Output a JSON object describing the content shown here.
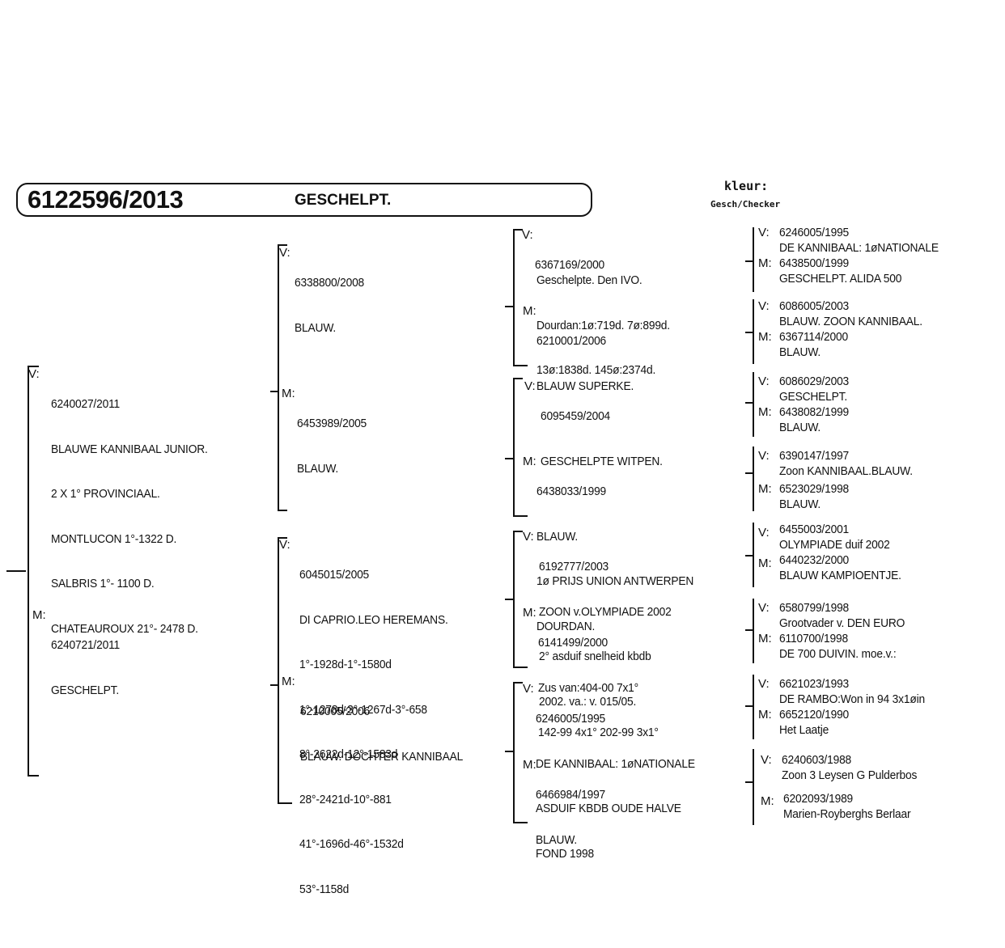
{
  "header": {
    "ring": "6122596/2013",
    "color": "GESCHELPT.",
    "kleur_label": "kleur:",
    "kleur_value": "Gesch/Checker"
  },
  "labels": {
    "v": "V:",
    "m": "M:"
  },
  "gen1": {
    "father": {
      "ring": "6240027/2011",
      "lines": [
        "BLAUWE KANNIBAAL JUNIOR.",
        "2 X 1° PROVINCIAAL.",
        "MONTLUCON 1°-1322 D.",
        "SALBRIS 1°- 1100 D.",
        "CHATEAUROUX 21°- 2478 D."
      ]
    },
    "mother": {
      "ring": "6240721/2011",
      "lines": [
        "GESCHELPT."
      ]
    }
  },
  "gen2": {
    "ff": {
      "ring": "6338800/2008",
      "lines": [
        "BLAUW."
      ]
    },
    "fm": {
      "ring": "6453989/2005",
      "lines": [
        "BLAUW."
      ]
    },
    "mf": {
      "ring": "6045015/2005",
      "lines": [
        "DI CAPRIO.LEO HEREMANS.",
        "1°-1928d-1°-1580d",
        "1°-1278d-3°-1267d-3°-658",
        "8°-2622d-12°-1583d",
        "28°-2421d-10°-881",
        "41°-1696d-46°-1532d",
        "53°-1158d"
      ]
    },
    "mm": {
      "ring": "6210005/2006",
      "lines": [
        "BLAUW. DOCHTER KANNIBAAL"
      ]
    }
  },
  "gen3": {
    "fff": {
      "ring": "6367169/2000",
      "lines": [
        "Geschelpte. Den IVO.",
        "Dourdan:1ø:719d. 7ø:899d.",
        "13ø:1838d. 145ø:2374d."
      ]
    },
    "ffm": {
      "ring": "6210001/2006",
      "lines": [
        "BLAUW SUPERKE."
      ]
    },
    "fmf": {
      "ring": "6095459/2004",
      "lines": [
        "GESCHELPTE WITPEN."
      ]
    },
    "fmm": {
      "ring": "6438033/1999",
      "lines": [
        "BLAUW.",
        "1ø PRIJS UNION ANTWERPEN",
        "DOURDAN."
      ]
    },
    "mff": {
      "ring": "6192777/2003",
      "lines": [
        "ZOON v.OLYMPIADE 2002",
        "2° asduif snelheid kbdb",
        "2002. va.: v. 015/05."
      ]
    },
    "mfm": {
      "ring": "6141499/2000",
      "lines": [
        "Zus van:404-00 7x1°",
        "142-99 4x1° 202-99 3x1°"
      ]
    },
    "mmf": {
      "ring": "6246005/1995",
      "lines": [
        "DE KANNIBAAL: 1øNATIONALE",
        "ASDUIF KBDB OUDE HALVE",
        "FOND 1998"
      ]
    },
    "mmm": {
      "ring": "6466984/1997",
      "lines": [
        "BLAUW."
      ]
    }
  },
  "gen4": [
    {
      "v_ring": "6246005/1995",
      "v_line": "DE KANNIBAAL: 1øNATIONALE",
      "m_ring": "6438500/1999",
      "m_line": "GESCHELPT. ALIDA 500"
    },
    {
      "v_ring": "6086005/2003",
      "v_line": "BLAUW. ZOON KANNIBAAL.",
      "m_ring": "6367114/2000",
      "m_line": "BLAUW."
    },
    {
      "v_ring": "6086029/2003",
      "v_line": "GESCHELPT.",
      "m_ring": "6438082/1999",
      "m_line": "BLAUW."
    },
    {
      "v_ring": "6390147/1997",
      "v_line": "Zoon KANNIBAAL.BLAUW.",
      "m_ring": "6523029/1998",
      "m_line": "BLAUW."
    },
    {
      "v_ring": "6455003/2001",
      "v_line": "OLYMPIADE duif 2002",
      "m_ring": "6440232/2000",
      "m_line": "BLAUW KAMPIOENTJE."
    },
    {
      "v_ring": "6580799/1998",
      "v_line": "Grootvader v. DEN EURO",
      "m_ring": "6110700/1998",
      "m_line": "DE 700 DUIVIN. moe.v.:"
    },
    {
      "v_ring": "6621023/1993",
      "v_line": "DE RAMBO:Won in 94 3x1øin",
      "m_ring": "6652120/1990",
      "m_line": "Het Laatje"
    },
    {
      "v_ring": "6240603/1988",
      "v_line": "Zoon 3 Leysen G Pulderbos",
      "m_ring": "6202093/1989",
      "m_line": "Marien-Royberghs Berlaar"
    }
  ]
}
